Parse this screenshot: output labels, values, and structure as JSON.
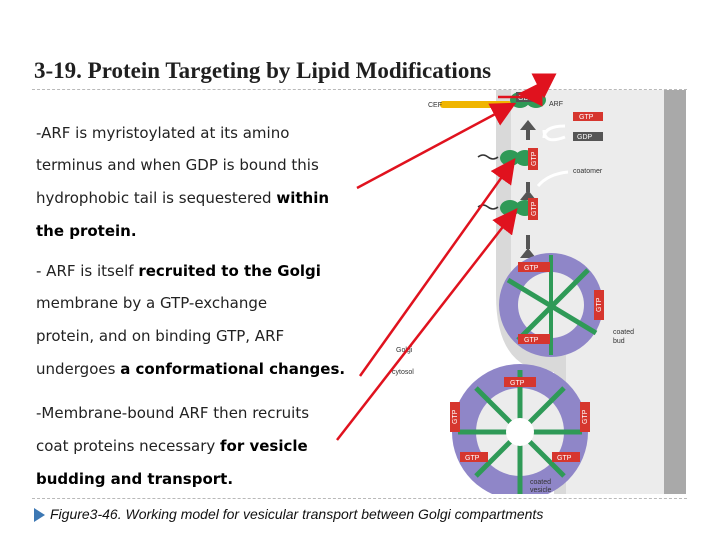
{
  "title": "3-19. Protein Targeting by Lipid Modifications",
  "bullets": [
    {
      "lines": [
        {
          "plain": "-ARF is myristoylated at its amino",
          "emph": ""
        },
        {
          "plain": "terminus and when GDP is bound this",
          "emph": ""
        },
        {
          "plain": "hydrophobic tail is sequestered ",
          "emph": "within"
        },
        {
          "plain": "",
          "emph": "the protein."
        }
      ]
    },
    {
      "lines": [
        {
          "plain": "- ARF is itself ",
          "emph": "recruited to the Golgi"
        },
        {
          "plain": "membrane by a GTP-exchange",
          "emph": ""
        },
        {
          "plain": "protein, and on binding GTP, ARF",
          "emph": ""
        },
        {
          "plain": "undergoes ",
          "emph": "a conformational changes."
        }
      ]
    },
    {
      "lines": [
        {
          "plain": "-Membrane-bound ARF then recruits",
          "emph": ""
        },
        {
          "plain": "coat proteins necessary ",
          "emph": "for vesicle"
        },
        {
          "plain": "",
          "emph": "budding and transport."
        }
      ]
    }
  ],
  "figure_labels": {
    "gdp_top": "GDP",
    "cef": "CEF",
    "arf": "ARF",
    "gtp_right": "GTP",
    "gdp_right": "GDP",
    "coatomer": "coatomer",
    "gtp_b1": "GTP",
    "gtp_b2": "GTP",
    "gtp_coat": "GTP",
    "gtp_coat_r": "GTP",
    "gtp_coat_b": "GTP",
    "golgi": "Golgi",
    "cytosol": "cytosol",
    "coated_bud_1": "coated",
    "coated_bud_2": "bud",
    "gtp_ves_top": "GTP",
    "gtp_ves_l": "GTP",
    "gtp_ves_r": "GTP",
    "gtp_ves_bl": "GTP",
    "gtp_ves_br": "GTP",
    "coated_ves_1": "coated",
    "coated_ves_2": "vesicle"
  },
  "caption": "Figure3-46. Working model for vesicular transport between Golgi compartments",
  "colors": {
    "callout_arrow": "#e0121e",
    "caption_arrow": "#3d78b4",
    "membrane": "#a9a9a9",
    "arf_green": "#2f9a57",
    "gtp_red": "#d6362e",
    "coat_purple": "#8f86c8"
  }
}
